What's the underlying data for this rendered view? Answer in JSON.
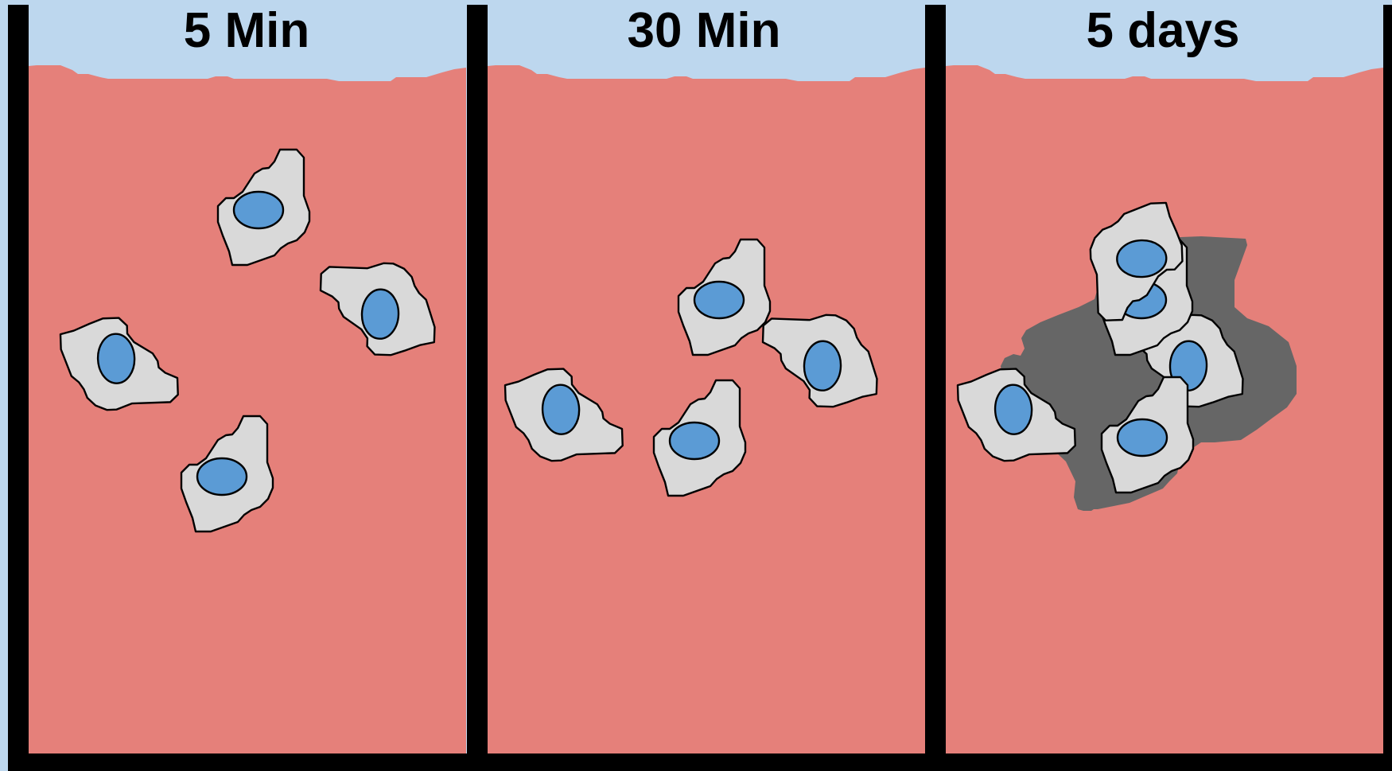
{
  "figure": {
    "panels": [
      {
        "title": "5 Min"
      },
      {
        "title": "30 Min"
      },
      {
        "title": "5 days"
      }
    ]
  },
  "colors": {
    "sky": "#bdd7ee",
    "medium": "#e5807a",
    "wall": "#000000",
    "cell_body": "#d9d9d9",
    "cell_outline": "#000000",
    "nucleus": "#5b9bd5",
    "matrix": "#666666"
  },
  "icons": {
    "cell": "adherent-cell-icon",
    "nucleus": "nucleus-icon"
  }
}
